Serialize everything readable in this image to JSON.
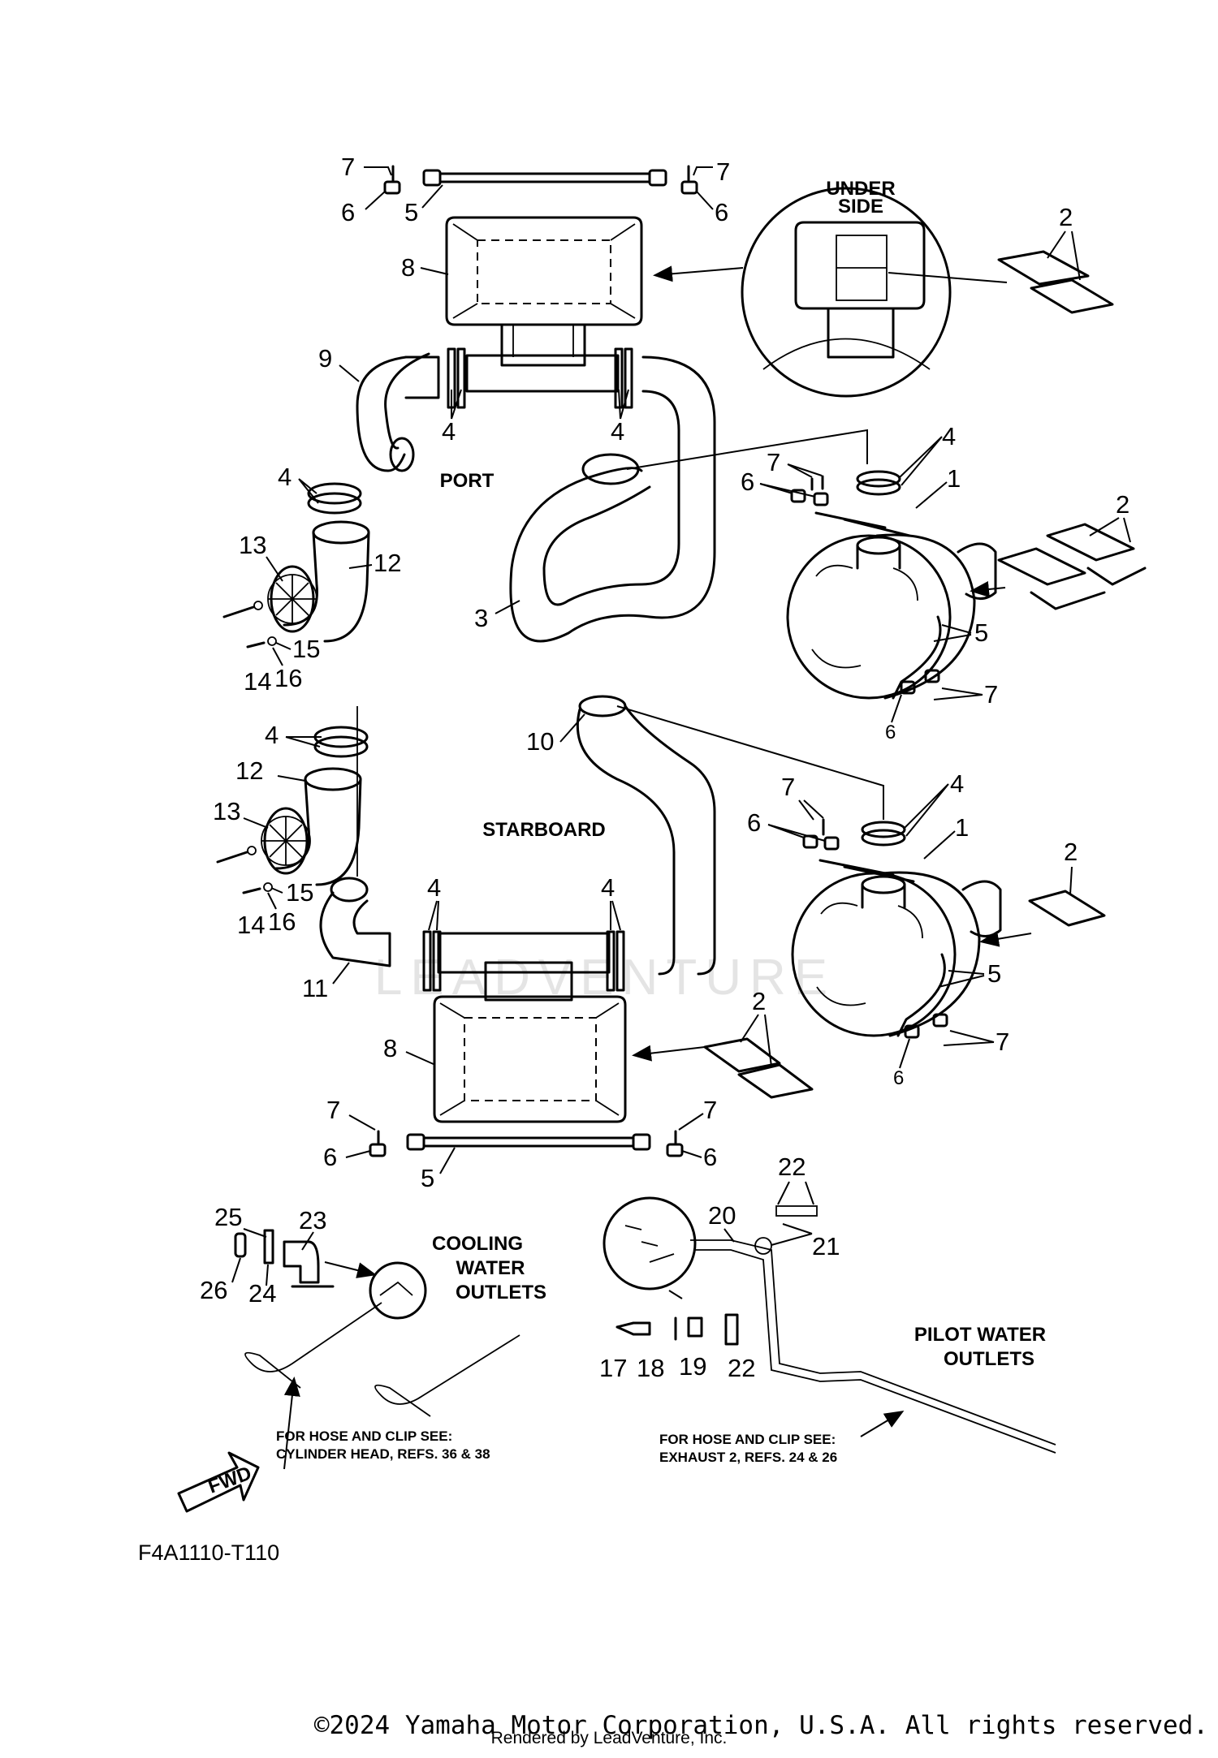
{
  "diagram_code": "F4A1110-T110",
  "copyright": "©2024 Yamaha Motor Corporation, U.S.A. All rights reserved.",
  "rendered_by": "Rendered by LeadVenture, Inc.",
  "watermark": "LEADVENTURE",
  "captions": {
    "under_side_1": "UNDER",
    "under_side_2": "SIDE",
    "port": "PORT",
    "starboard": "STARBOARD",
    "cooling_1": "COOLING",
    "cooling_2": "WATER",
    "cooling_3": "OUTLETS",
    "pilot_1": "PILOT WATER",
    "pilot_2": "OUTLETS",
    "note_left_1": "FOR HOSE AND CLIP SEE:",
    "note_left_2": "CYLINDER HEAD, REFS. 36 & 38",
    "note_right_1": "FOR HOSE AND CLIP SEE:",
    "note_right_2": "EXHAUST 2, REFS. 24 & 26",
    "fwd": "FWD"
  },
  "callouts": {
    "c1": "1",
    "c2": "2",
    "c3": "3",
    "c4": "4",
    "c5": "5",
    "c6": "6",
    "c7": "7",
    "c8": "8",
    "c9": "9",
    "c10": "10",
    "c11": "11",
    "c12": "12",
    "c13": "13",
    "c14": "14",
    "c15": "15",
    "c16": "16",
    "c17": "17",
    "c18": "18",
    "c19": "19",
    "c20": "20",
    "c21": "21",
    "c22": "22",
    "c23": "23",
    "c24": "24",
    "c25": "25",
    "c26": "26"
  }
}
